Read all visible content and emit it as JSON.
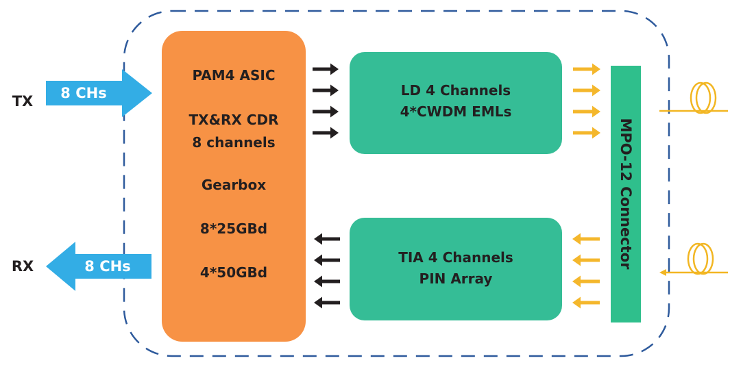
{
  "colors": {
    "asic": "#f79245",
    "module": "#35bd96",
    "bus_arrow": "#33ade5",
    "connector": "#2fbf8c",
    "optical_arrow": "#f4b72c",
    "electrical_arrow": "#231f20",
    "border": "#2e5a9c",
    "fiber": "#f2b622",
    "text_dark": "#231f20",
    "text_light": "#ffffff"
  },
  "tx": {
    "port_label": "TX",
    "bus_label": "8 CHs"
  },
  "rx": {
    "port_label": "RX",
    "bus_label": "8 CHs"
  },
  "asic": {
    "line1": "PAM4 ASIC",
    "line2": "TX&RX CDR",
    "line3": "8 channels",
    "line4": "Gearbox",
    "line5": "8*25GBd",
    "line6": "4*50GBd"
  },
  "ld_module": {
    "line1": "LD 4 Channels",
    "line2": "4*CWDM EMLs"
  },
  "tia_module": {
    "line1": "TIA 4 Channels",
    "line2": "PIN Array"
  },
  "connector": {
    "label": "MPO-12 Connector"
  },
  "icons": {
    "tx_bus": "arrow-right-icon",
    "rx_bus": "arrow-left-icon",
    "fiber": "fiber-coil-icon"
  }
}
